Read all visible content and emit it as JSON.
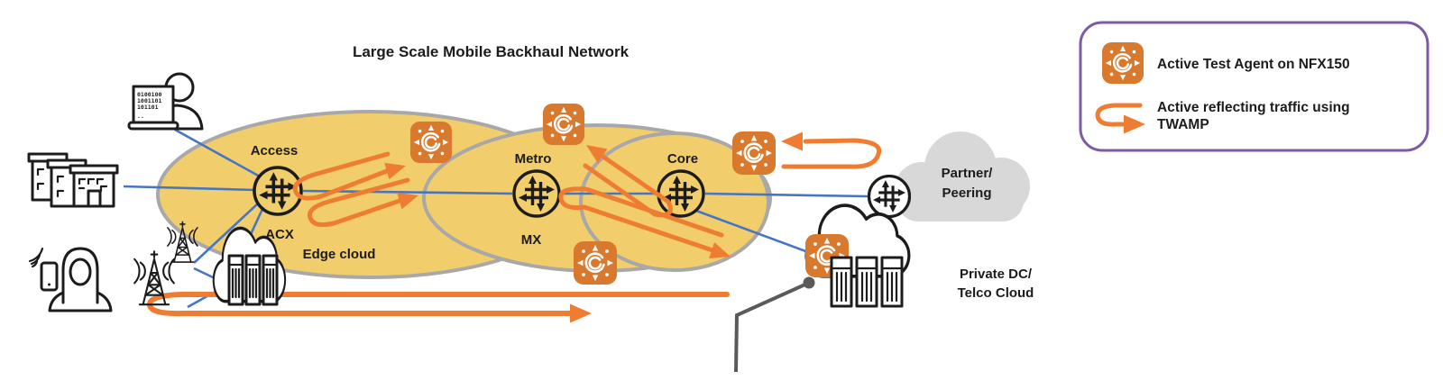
{
  "title": "Large Scale Mobile Backhaul Network",
  "zones": {
    "access": "Access",
    "access_device": "ACX",
    "edge_cloud": "Edge cloud",
    "metro": "Metro",
    "metro_device": "MX",
    "core": "Core"
  },
  "clouds": {
    "partner_line1": "Partner/",
    "partner_line2": "Peering",
    "dc_line1": "Private DC/",
    "dc_line2": "Telco Cloud"
  },
  "laptop_screen": {
    "line1": "0100100",
    "line2": "1001101",
    "line3": "101101",
    "dots": ".."
  },
  "legend": {
    "item1_label": "Active Test Agent on NFX150",
    "item2_line1": "Active reflecting traffic using",
    "item2_line2": "TWAMP"
  },
  "colors": {
    "ellipse_fill": "#F2CD6B",
    "ellipse_stroke": "#A8A8A8",
    "orange": "#EE7D31",
    "agent_fill": "#D8792D",
    "blue": "#4775C5",
    "partner_cloud": "#D8D8D8",
    "legend_border": "#7D5BA6",
    "callout": "#5A5A5A",
    "ink": "#1C1C1C"
  }
}
